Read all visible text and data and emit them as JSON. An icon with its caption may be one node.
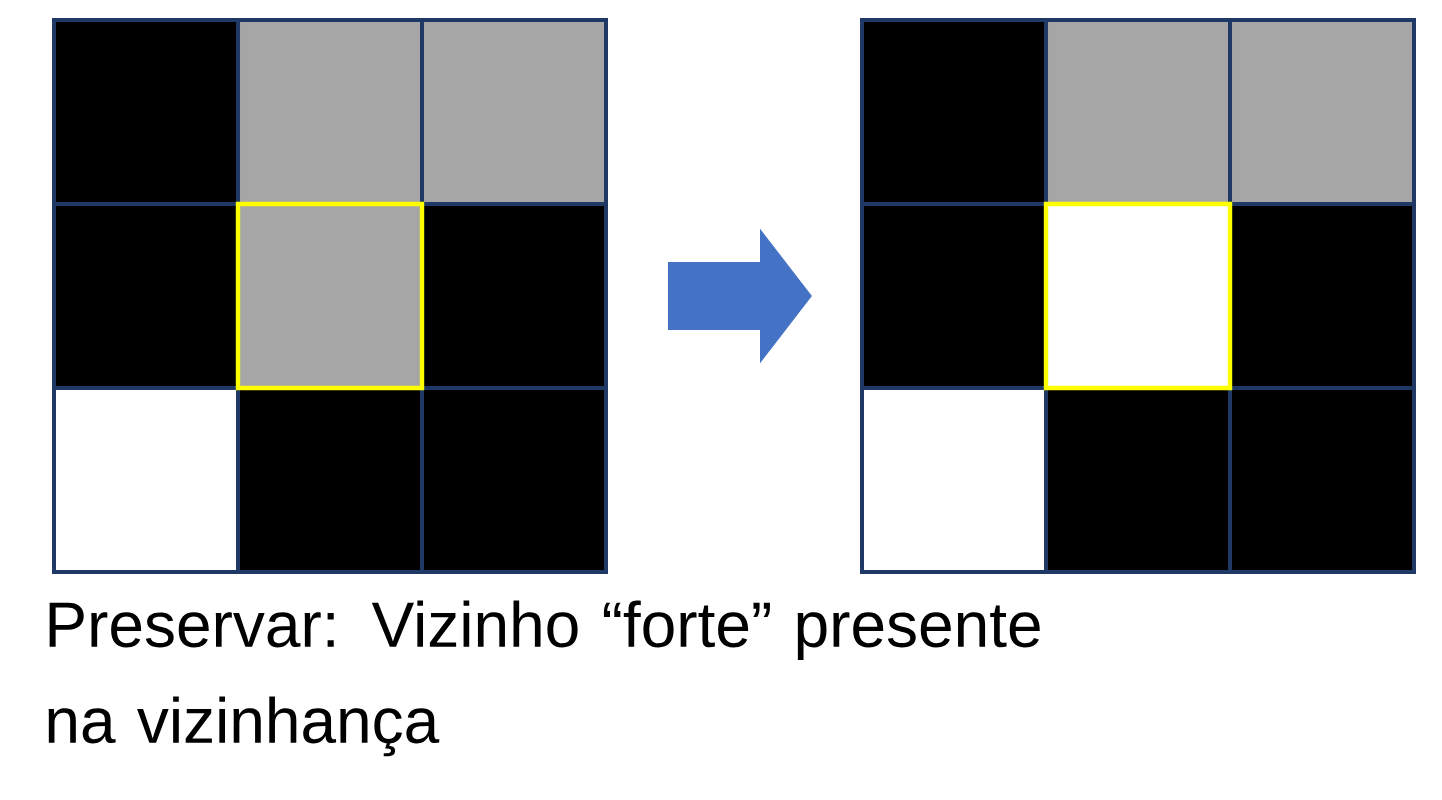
{
  "diagram": {
    "caption": "Preservar: Vizinho “forte” presente na vizinhança",
    "nodes": [
      {
        "text": [],
        "shape": "box"
      },
      {
        "text": [],
        "shape": "box"
      }
    ],
    "edges": [
      {
        "from": 0,
        "to": 1,
        "arrow": "to"
      }
    ]
  }
}
